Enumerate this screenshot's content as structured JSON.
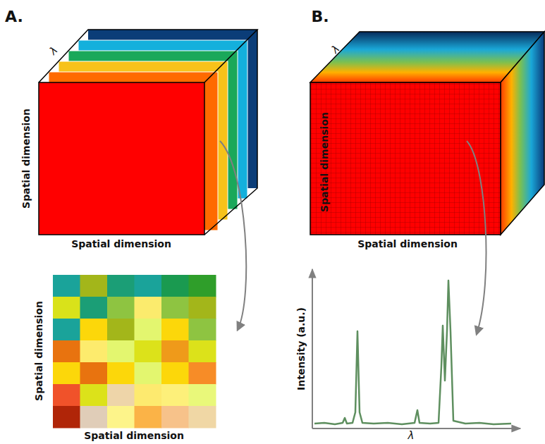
{
  "diagram": {
    "labels": [
      "A.",
      "B.",
      "λ",
      "Spatial dimension",
      "Spatial dimension",
      "Spatial dimension",
      "Spatial dimension",
      "λ",
      "Spatial dimension",
      "Spatial dimension",
      "Intensity (a.u.)",
      "λ"
    ]
  }
}
